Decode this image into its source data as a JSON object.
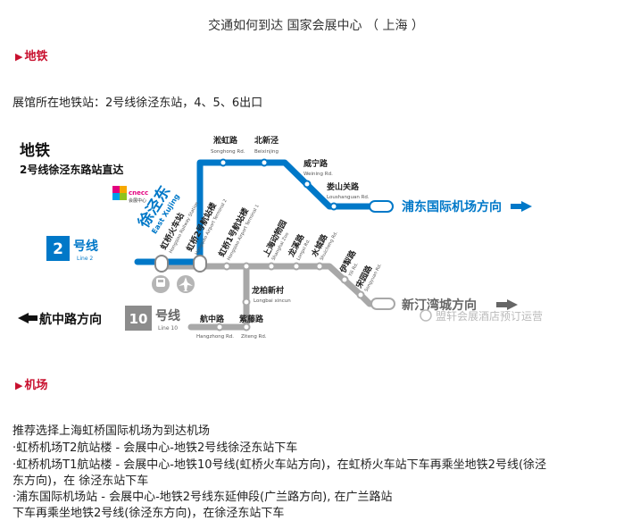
{
  "title": "交通如何到达 国家会展中心 （ 上海 ）",
  "metro": {
    "heading": "地铁",
    "station_line": "展馆所在地铁站：2号线徐泾东站，4、5、6出口"
  },
  "map": {
    "title_main": "地铁",
    "title_sub": "2号线徐泾东路站直达",
    "line2_badge": "2",
    "line2_label": "号线",
    "line2_en": "Line 2",
    "line10_badge": "10",
    "line10_label": "号线",
    "line10_en": "Line 10",
    "xujing_cn": "徐泾东",
    "xujing_en": "East Xujing",
    "logo_text": "cnecc",
    "logo_sub": "会展中心",
    "dest_pudong": "浦东国际机场方向",
    "dest_xinzhuang": "新汀湾城方向",
    "dest_hangzhong": "航中路方向",
    "watermark": "盟轩会展酒店预订运营",
    "stations_line2_top": [
      {
        "cn": "淞虹路",
        "en": "Songhong Rd."
      },
      {
        "cn": "北新泾",
        "en": "Beixinjing"
      },
      {
        "cn": "威宁路",
        "en": "Weining Rd."
      },
      {
        "cn": "娄山关路",
        "en": "Loushanguan Rd."
      }
    ],
    "stations_hub": [
      {
        "cn": "虹桥火车站",
        "en": "Hongqiao Railway Station"
      },
      {
        "cn": "虹桥2号航站楼",
        "en": "Hongqiao Airport Terminal 2"
      },
      {
        "cn": "虹桥1号航站楼",
        "en": "Hongqiao Airport Terminal 1"
      },
      {
        "cn": "上海动物园",
        "en": "Shanghai Zoo"
      },
      {
        "cn": "龙溪路",
        "en": "Longxi Rd."
      },
      {
        "cn": "水城路",
        "en": "Shuicheng Rd."
      },
      {
        "cn": "伊犁路",
        "en": "Yili Rd."
      },
      {
        "cn": "宋园路",
        "en": "Songyuan Rd."
      }
    ],
    "station_longbai": {
      "cn": "龙柏新村",
      "en": "Longbai xincun"
    },
    "stations_line10_bottom": [
      {
        "cn": "航中路",
        "en": "Hangzhong Rd."
      },
      {
        "cn": "紫藤路",
        "en": "Ziteng Rd."
      }
    ],
    "colors": {
      "line2": "#0078c8",
      "line10": "#a8a8a8",
      "badge_gray": "#8c8c8c",
      "dest_blue": "#0078c8"
    }
  },
  "airport": {
    "heading": "机场",
    "lines": [
      "推荐选择上海虹桥国际机场为到达机场",
      "·虹桥机场T2航站楼 - 会展中心-地铁2号线徐泾东站下车",
      "·虹桥机场T1航站楼 - 会展中心-地铁10号线(虹桥火车站方向)，在虹桥火车站下车再乘坐地铁2号线(徐泾",
      "东方向)，在 徐泾东站下车",
      "·浦东国际机场站 - 会展中心-地铁2号线东延伸段(广兰路方向), 在广兰路站",
      "下车再乘坐地铁2号线(徐泾东方向)，在徐泾东站下车"
    ]
  }
}
